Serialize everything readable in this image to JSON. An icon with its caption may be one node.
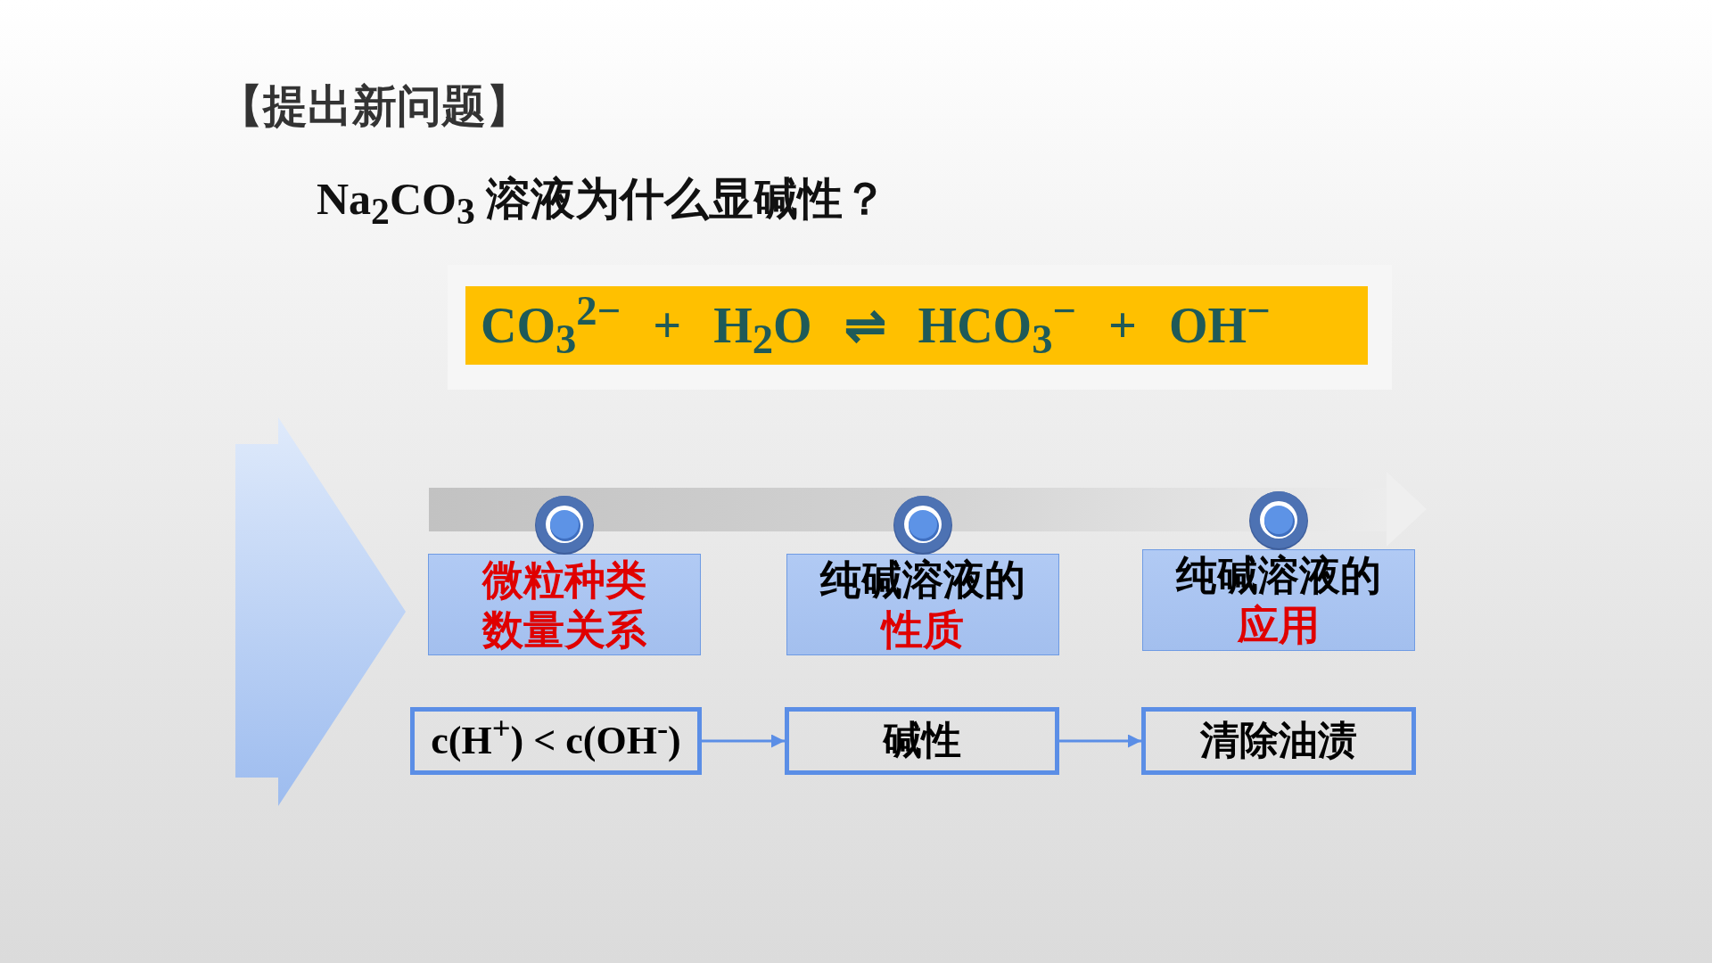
{
  "diagram": {
    "title": "【提出新问题】",
    "nodes": [
      {
        "text": [
          "CO$_{3}$$^{2−}$ + H$_{2}$O ⇌ HCO$_{3}$$^{−}$ + OH$^{−}$"
        ]
      },
      {
        "text": [
          "微粒种类数量关系"
        ]
      },
      {
        "text": [
          "纯碱溶液的",
          "性质"
        ]
      },
      {
        "text": [
          "纯碱溶液的",
          "应用"
        ]
      },
      {
        "text": [
          "c(H$^{+}$) < c(OH$^{-}$)"
        ]
      },
      {
        "text": [
          "碱性"
        ]
      },
      {
        "text": [
          "清除油渍"
        ]
      }
    ],
    "edges": [
      {
        "from": 4,
        "to": 5,
        "arrow": "to"
      },
      {
        "from": 5,
        "to": 6,
        "arrow": "to"
      }
    ],
    "labels": [
      "Na$_{2}$CO$_{3}$ 溶液为什么显碱性？"
    ]
  }
}
